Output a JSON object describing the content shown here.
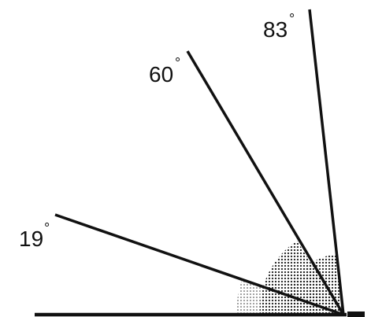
{
  "angles": [
    {
      "label": "19",
      "degree_sign": "°",
      "angle_deg": 19
    },
    {
      "label": "60",
      "degree_sign": "°",
      "angle_deg": 60
    },
    {
      "label": "83",
      "degree_sign": "°",
      "angle_deg": 83
    }
  ],
  "colors": {
    "line": "#111111",
    "stipple": "#222222",
    "background": "#ffffff"
  }
}
